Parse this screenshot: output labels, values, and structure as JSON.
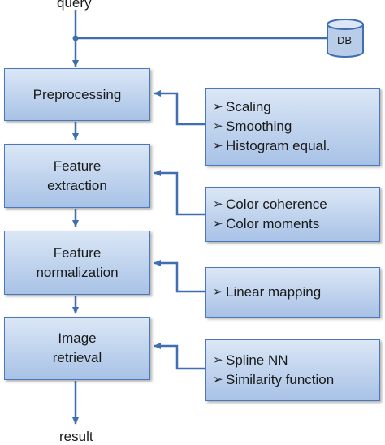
{
  "input_label": "query",
  "output_label": "result",
  "database": {
    "label": "DB"
  },
  "stages": [
    {
      "lines": [
        "Preprocessing"
      ]
    },
    {
      "lines": [
        "Feature",
        "extraction"
      ]
    },
    {
      "lines": [
        "Feature",
        "normalization"
      ]
    },
    {
      "lines": [
        "Image",
        "retrieval"
      ]
    }
  ],
  "methods": [
    {
      "items": [
        "Scaling",
        "Smoothing",
        "Histogram equal."
      ]
    },
    {
      "items": [
        "Color coherence",
        "Color moments"
      ]
    },
    {
      "items": [
        "Linear mapping"
      ]
    },
    {
      "items": [
        "Spline NN",
        "Similarity function"
      ]
    }
  ],
  "bullet_glyph": "➢",
  "colors": {
    "box_border": "#4a78b8",
    "box_fill_top": "#dbe7f6",
    "box_fill_bottom": "#a8c2e6",
    "connector": "#3f6fb0"
  }
}
